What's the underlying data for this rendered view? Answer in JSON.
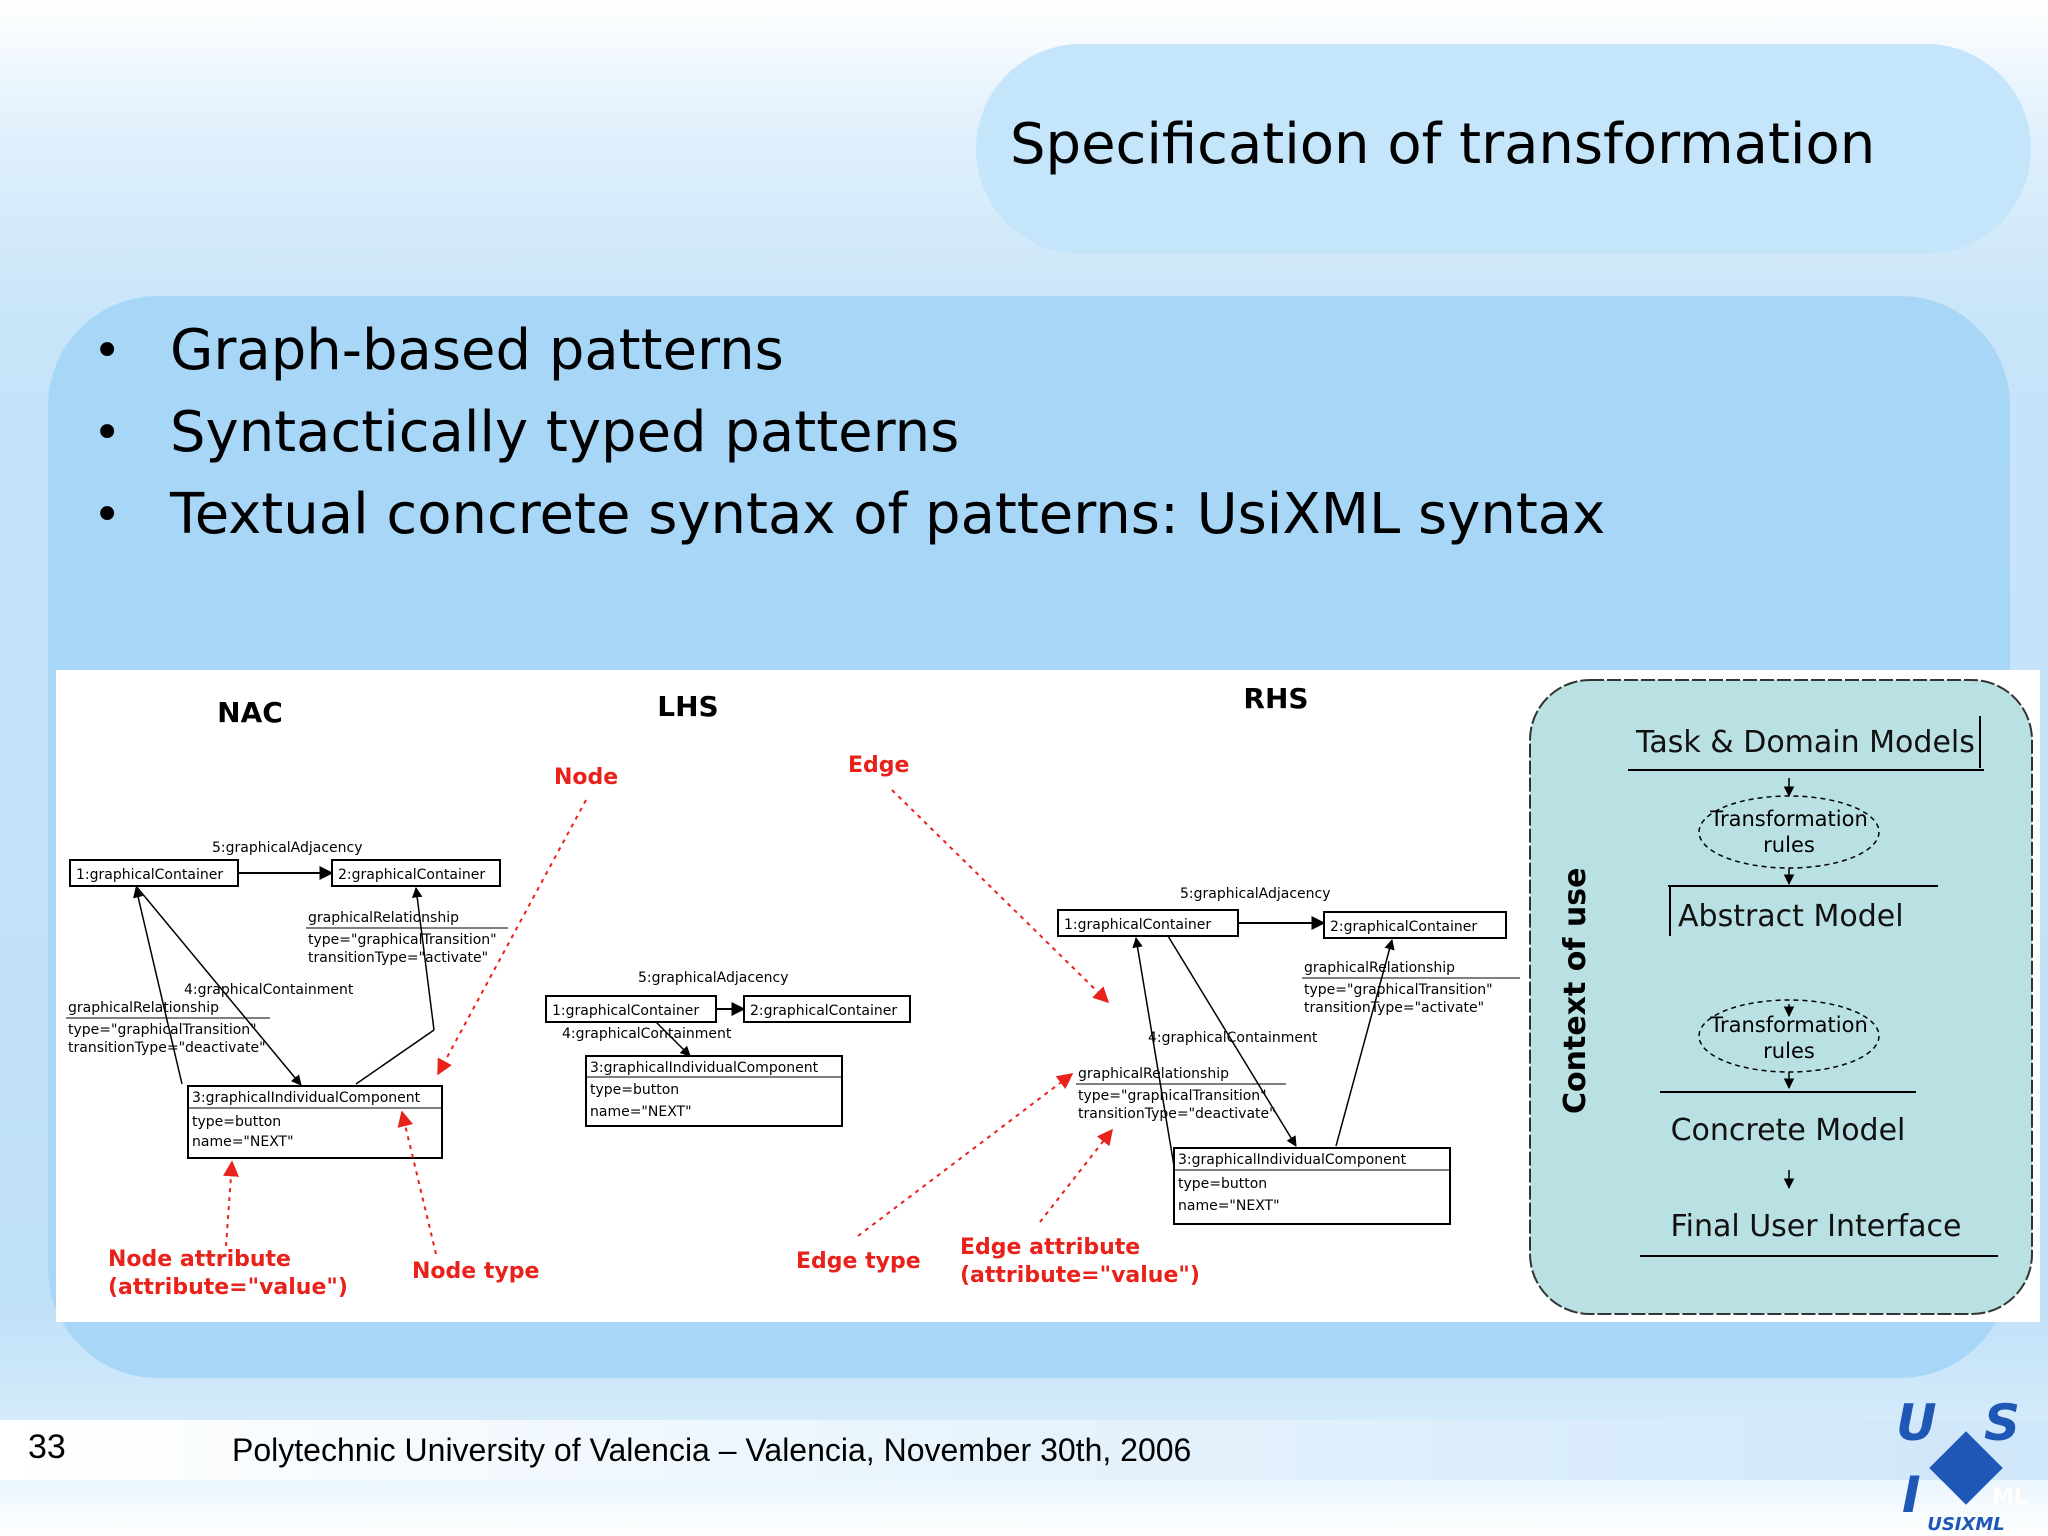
{
  "title": "Specification of transformation",
  "bullets": [
    "Graph-based patterns",
    "Syntactically typed patterns",
    "Textual concrete syntax of patterns: UsiXML syntax"
  ],
  "figure": {
    "sections": {
      "nac": "NAC",
      "lhs": "LHS",
      "rhs": "RHS"
    },
    "nac": {
      "adjacency": "5:graphicalAdjacency",
      "container1": "1:graphicalContainer",
      "container2": "2:graphicalContainer",
      "relationship_right": [
        "graphicalRelationship",
        "type=\"graphicalTransition\"",
        "transitionType=\"activate\""
      ],
      "containment": "4:graphicalContainment",
      "relationship_left": [
        "graphicalRelationship",
        "type=\"graphicalTransition\"",
        "transitionType=\"deactivate\""
      ],
      "component": [
        "3:graphicalIndividualComponent",
        "type=button",
        "name=\"NEXT\""
      ]
    },
    "lhs": {
      "adjacency": "5:graphicalAdjacency",
      "container1": "1:graphicalContainer",
      "container2": "2:graphicalContainer",
      "containment": "4:graphicalContainment",
      "component": [
        "3:graphicalIndividualComponent",
        "type=button",
        "name=\"NEXT\""
      ]
    },
    "rhs": {
      "adjacency": "5:graphicalAdjacency",
      "container1": "1:graphicalContainer",
      "container2": "2:graphicalContainer",
      "relationship_right": [
        "graphicalRelationship",
        "type=\"graphicalTransition\"",
        "transitionType=\"activate\""
      ],
      "containment": "4:graphicalContainment",
      "relationship_left": [
        "graphicalRelationship",
        "type=\"graphicalTransition\"",
        "transitionType=\"deactivate\""
      ],
      "component": [
        "3:graphicalIndividualComponent",
        "type=button",
        "name=\"NEXT\""
      ]
    },
    "annotations": {
      "node": "Node",
      "edge": "Edge",
      "node_attribute": [
        "Node attribute",
        "(attribute=\"value\")"
      ],
      "node_type": "Node type",
      "edge_type": "Edge type",
      "edge_attribute": [
        "Edge attribute",
        "(attribute=\"value\")"
      ]
    },
    "context": {
      "label": "Context of use",
      "task_domain": "Task & Domain Models",
      "transformation_rules_1": [
        "Transformation",
        "rules"
      ],
      "abstract_model": "Abstract Model",
      "transformation_rules_2": [
        "Transformation",
        "rules"
      ],
      "concrete_model": "Concrete Model",
      "final_ui": "Final User Interface"
    }
  },
  "footer": {
    "page_number": "33",
    "text": "Polytechnic University of Valencia – Valencia, November 30th, 2006"
  },
  "logo": {
    "letters": [
      "U",
      "S",
      "I",
      "ML"
    ],
    "caption": "USIXML"
  },
  "colors": {
    "annotation": "#e8221b",
    "context_bg": "#b9e0e2",
    "panel": "#a7d6f7"
  }
}
